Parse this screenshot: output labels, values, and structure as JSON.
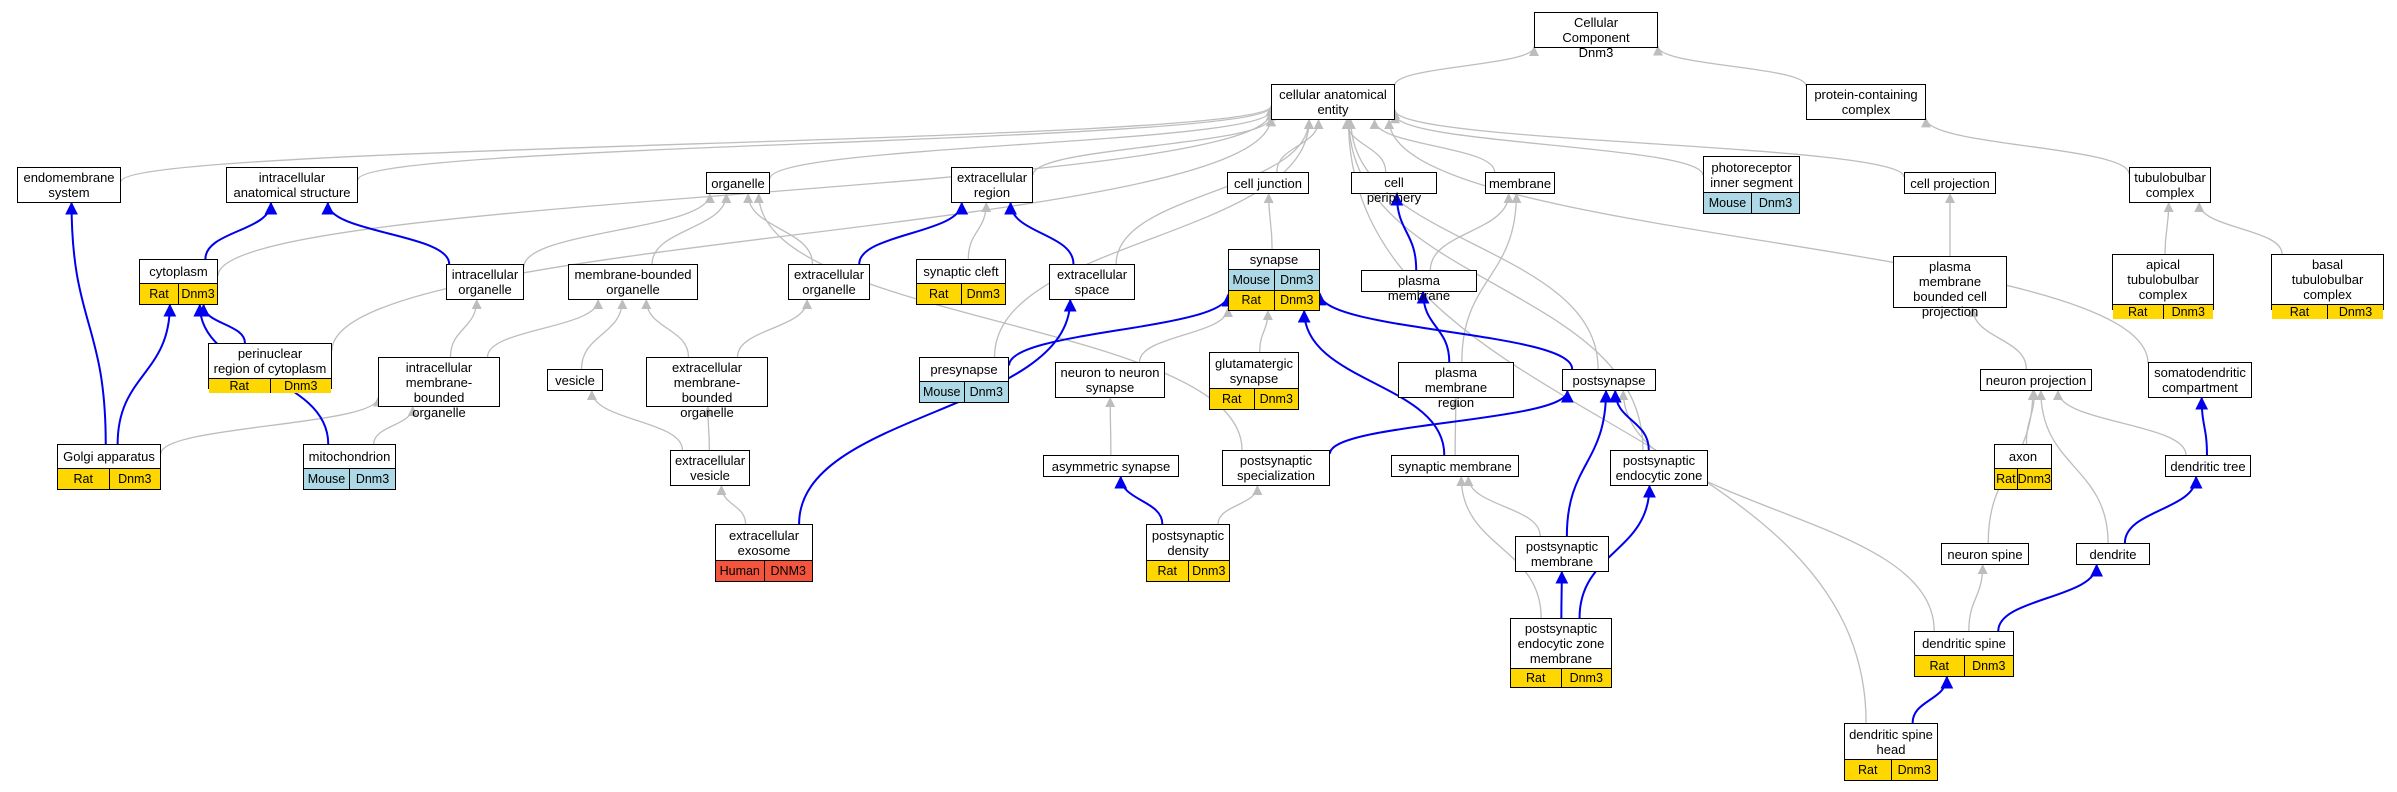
{
  "colors": {
    "rat": "#FFD700",
    "mouse": "#ADD8E6",
    "human": "#F2553C",
    "gray_edge": "#BDBDBD",
    "blue_edge": "#0000EE"
  },
  "nodes": {
    "root": {
      "label": "Cellular Component\nDnm3"
    },
    "cae": {
      "label": "cellular anatomical\nentity"
    },
    "pcc": {
      "label": "protein-containing\ncomplex"
    },
    "ems": {
      "label": "endomembrane\nsystem"
    },
    "ias": {
      "label": "intracellular\nanatomical structure"
    },
    "org": {
      "label": "organelle"
    },
    "exr": {
      "label": "extracellular\nregion"
    },
    "cj": {
      "label": "cell junction"
    },
    "cp": {
      "label": "cell periphery"
    },
    "mem": {
      "label": "membrane"
    },
    "pis": {
      "label": "photoreceptor\ninner segment",
      "tags": [
        {
          "label": "Mouse",
          "color": "#ADD8E6"
        },
        {
          "label": "Dnm3",
          "color": "#ADD8E6"
        }
      ]
    },
    "cpj": {
      "label": "cell projection"
    },
    "tbc": {
      "label": "tubulobulbar\ncomplex"
    },
    "cyto": {
      "label": "cytoplasm",
      "tags": [
        {
          "label": "Rat",
          "color": "#FFD700"
        },
        {
          "label": "Dnm3",
          "color": "#FFD700"
        }
      ]
    },
    "io": {
      "label": "intracellular\norganelle"
    },
    "mbo": {
      "label": "membrane-bounded\norganelle"
    },
    "eo": {
      "label": "extracellular\norganelle"
    },
    "sc": {
      "label": "synaptic cleft",
      "tags": [
        {
          "label": "Rat",
          "color": "#FFD700"
        },
        {
          "label": "Dnm3",
          "color": "#FFD700"
        }
      ]
    },
    "es": {
      "label": "extracellular\nspace"
    },
    "syn": {
      "label": "synapse",
      "tags": [
        {
          "label": "Mouse",
          "color": "#ADD8E6"
        },
        {
          "label": "Dnm3",
          "color": "#ADD8E6"
        }
      ],
      "tags2": [
        {
          "label": "Rat",
          "color": "#FFD700"
        },
        {
          "label": "Dnm3",
          "color": "#FFD700"
        }
      ]
    },
    "pm": {
      "label": "plasma membrane"
    },
    "pmbcp": {
      "label": "plasma membrane\nbounded cell\nprojection"
    },
    "atc": {
      "label": "apical tubulobulbar\ncomplex",
      "tags": [
        {
          "label": "Rat",
          "color": "#FFD700"
        },
        {
          "label": "Dnm3",
          "color": "#FFD700"
        }
      ]
    },
    "btc": {
      "label": "basal tubulobulbar\ncomplex",
      "tags": [
        {
          "label": "Rat",
          "color": "#FFD700"
        },
        {
          "label": "Dnm3",
          "color": "#FFD700"
        }
      ]
    },
    "prc": {
      "label": "perinuclear\nregion of cytoplasm",
      "tags": [
        {
          "label": "Rat",
          "color": "#FFD700"
        },
        {
          "label": "Dnm3",
          "color": "#FFD700"
        }
      ]
    },
    "imbo": {
      "label": "intracellular\nmembrane-bounded\norganelle"
    },
    "ves": {
      "label": "vesicle"
    },
    "embo": {
      "label": "extracellular\nmembrane-bounded\norganelle"
    },
    "pre": {
      "label": "presynapse",
      "tags": [
        {
          "label": "Mouse",
          "color": "#ADD8E6"
        },
        {
          "label": "Dnm3",
          "color": "#ADD8E6"
        }
      ]
    },
    "nns": {
      "label": "neuron to neuron\nsynapse"
    },
    "gs": {
      "label": "glutamatergic\nsynapse",
      "tags": [
        {
          "label": "Rat",
          "color": "#FFD700"
        },
        {
          "label": "Dnm3",
          "color": "#FFD700"
        }
      ]
    },
    "pmr": {
      "label": "plasma membrane\nregion"
    },
    "post": {
      "label": "postsynapse"
    },
    "np": {
      "label": "neuron projection"
    },
    "sdc": {
      "label": "somatodendritic\ncompartment"
    },
    "golgi": {
      "label": "Golgi apparatus",
      "tags": [
        {
          "label": "Rat",
          "color": "#FFD700"
        },
        {
          "label": "Dnm3",
          "color": "#FFD700"
        }
      ]
    },
    "mito": {
      "label": "mitochondrion",
      "tags": [
        {
          "label": "Mouse",
          "color": "#ADD8E6"
        },
        {
          "label": "Dnm3",
          "color": "#ADD8E6"
        }
      ]
    },
    "ev": {
      "label": "extracellular\nvesicle"
    },
    "as": {
      "label": "asymmetric synapse"
    },
    "ps": {
      "label": "postsynaptic\nspecialization"
    },
    "sm": {
      "label": "synaptic membrane"
    },
    "pez": {
      "label": "postsynaptic\nendocytic zone"
    },
    "axon": {
      "label": "axon",
      "tags": [
        {
          "label": "Rat",
          "color": "#FFD700"
        },
        {
          "label": "Dnm3",
          "color": "#FFD700"
        }
      ]
    },
    "dt": {
      "label": "dendritic tree"
    },
    "exo": {
      "label": "extracellular\nexosome",
      "tags": [
        {
          "label": "Human",
          "color": "#F2553C"
        },
        {
          "label": "DNM3",
          "color": "#F2553C"
        }
      ]
    },
    "pd": {
      "label": "postsynaptic\ndensity",
      "tags": [
        {
          "label": "Rat",
          "color": "#FFD700"
        },
        {
          "label": "Dnm3",
          "color": "#FFD700"
        }
      ]
    },
    "psm": {
      "label": "postsynaptic\nmembrane"
    },
    "ns": {
      "label": "neuron spine"
    },
    "den": {
      "label": "dendrite"
    },
    "pezm": {
      "label": "postsynaptic\nendocytic zone\nmembrane",
      "tags": [
        {
          "label": "Rat",
          "color": "#FFD700"
        },
        {
          "label": "Dnm3",
          "color": "#FFD700"
        }
      ]
    },
    "ds": {
      "label": "dendritic spine",
      "tags": [
        {
          "label": "Rat",
          "color": "#FFD700"
        },
        {
          "label": "Dnm3",
          "color": "#FFD700"
        }
      ]
    },
    "dsh": {
      "label": "dendritic spine\nhead",
      "tags": [
        {
          "label": "Rat",
          "color": "#FFD700"
        },
        {
          "label": "Dnm3",
          "color": "#FFD700"
        }
      ]
    }
  },
  "edges": [
    {
      "from": "cae",
      "to": "root",
      "type": "gray"
    },
    {
      "from": "pcc",
      "to": "root",
      "type": "gray"
    },
    {
      "from": "ems",
      "to": "cae",
      "type": "gray"
    },
    {
      "from": "ias",
      "to": "cae",
      "type": "gray"
    },
    {
      "from": "org",
      "to": "cae",
      "type": "gray"
    },
    {
      "from": "exr",
      "to": "cae",
      "type": "gray"
    },
    {
      "from": "cj",
      "to": "cae",
      "type": "gray"
    },
    {
      "from": "cp",
      "to": "cae",
      "type": "gray"
    },
    {
      "from": "mem",
      "to": "cae",
      "type": "gray"
    },
    {
      "from": "pis",
      "to": "cae",
      "type": "gray"
    },
    {
      "from": "cpj",
      "to": "cae",
      "type": "gray"
    },
    {
      "from": "cyto",
      "to": "cae",
      "type": "gray"
    },
    {
      "from": "prc",
      "to": "cae",
      "type": "gray"
    },
    {
      "from": "es",
      "to": "cae",
      "type": "gray"
    },
    {
      "from": "pre",
      "to": "cae",
      "type": "gray"
    },
    {
      "from": "post",
      "to": "cae",
      "type": "gray"
    },
    {
      "from": "pez",
      "to": "cae",
      "type": "gray"
    },
    {
      "from": "dsh",
      "to": "cae",
      "type": "gray"
    },
    {
      "from": "sdc",
      "to": "cae",
      "type": "gray"
    },
    {
      "from": "tbc",
      "to": "pcc",
      "type": "gray"
    },
    {
      "from": "atc",
      "to": "tbc",
      "type": "gray"
    },
    {
      "from": "btc",
      "to": "tbc",
      "type": "gray"
    },
    {
      "from": "pmbcp",
      "to": "cpj",
      "type": "gray"
    },
    {
      "from": "np",
      "to": "pmbcp",
      "type": "gray"
    },
    {
      "from": "io",
      "to": "org",
      "type": "gray"
    },
    {
      "from": "mbo",
      "to": "org",
      "type": "gray"
    },
    {
      "from": "eo",
      "to": "org",
      "type": "gray"
    },
    {
      "from": "ps",
      "to": "org",
      "type": "gray"
    },
    {
      "from": "sc",
      "to": "exr",
      "type": "gray"
    },
    {
      "from": "syn",
      "to": "cj",
      "type": "gray"
    },
    {
      "from": "pm",
      "to": "mem",
      "type": "gray"
    },
    {
      "from": "pmr",
      "to": "mem",
      "type": "gray"
    },
    {
      "from": "imbo",
      "to": "io",
      "type": "gray"
    },
    {
      "from": "imbo",
      "to": "mbo",
      "type": "gray"
    },
    {
      "from": "ves",
      "to": "mbo",
      "type": "gray"
    },
    {
      "from": "embo",
      "to": "mbo",
      "type": "gray"
    },
    {
      "from": "embo",
      "to": "eo",
      "type": "gray"
    },
    {
      "from": "golgi",
      "to": "imbo",
      "type": "gray"
    },
    {
      "from": "mito",
      "to": "imbo",
      "type": "gray"
    },
    {
      "from": "ev",
      "to": "ves",
      "type": "gray"
    },
    {
      "from": "ev",
      "to": "embo",
      "type": "gray"
    },
    {
      "from": "exo",
      "to": "ev",
      "type": "gray"
    },
    {
      "from": "nns",
      "to": "syn",
      "type": "gray"
    },
    {
      "from": "gs",
      "to": "syn",
      "type": "gray"
    },
    {
      "from": "as",
      "to": "nns",
      "type": "gray"
    },
    {
      "from": "pd",
      "to": "ps",
      "type": "gray"
    },
    {
      "from": "sm",
      "to": "pmr",
      "type": "gray"
    },
    {
      "from": "psm",
      "to": "sm",
      "type": "gray"
    },
    {
      "from": "pezm",
      "to": "sm",
      "type": "gray"
    },
    {
      "from": "ds",
      "to": "post",
      "type": "gray"
    },
    {
      "from": "axon",
      "to": "np",
      "type": "gray"
    },
    {
      "from": "dt",
      "to": "np",
      "type": "gray"
    },
    {
      "from": "ns",
      "to": "np",
      "type": "gray"
    },
    {
      "from": "den",
      "to": "np",
      "type": "gray"
    },
    {
      "from": "ds",
      "to": "ns",
      "type": "gray"
    },
    {
      "from": "golgi",
      "to": "ems",
      "type": "blue"
    },
    {
      "from": "cyto",
      "to": "ias",
      "type": "blue"
    },
    {
      "from": "io",
      "to": "ias",
      "type": "blue"
    },
    {
      "from": "prc",
      "to": "cyto",
      "type": "blue"
    },
    {
      "from": "golgi",
      "to": "cyto",
      "type": "blue"
    },
    {
      "from": "mito",
      "to": "cyto",
      "type": "blue"
    },
    {
      "from": "eo",
      "to": "exr",
      "type": "blue"
    },
    {
      "from": "es",
      "to": "exr",
      "type": "blue"
    },
    {
      "from": "exo",
      "to": "es",
      "type": "blue"
    },
    {
      "from": "pm",
      "to": "cp",
      "type": "blue"
    },
    {
      "from": "pmr",
      "to": "pm",
      "type": "blue"
    },
    {
      "from": "pre",
      "to": "syn",
      "type": "blue"
    },
    {
      "from": "post",
      "to": "syn",
      "type": "blue"
    },
    {
      "from": "sm",
      "to": "syn",
      "type": "blue"
    },
    {
      "from": "ps",
      "to": "post",
      "type": "blue"
    },
    {
      "from": "psm",
      "to": "post",
      "type": "blue"
    },
    {
      "from": "pez",
      "to": "post",
      "type": "blue"
    },
    {
      "from": "pd",
      "to": "as",
      "type": "blue"
    },
    {
      "from": "pezm",
      "to": "psm",
      "type": "blue"
    },
    {
      "from": "pezm",
      "to": "pez",
      "type": "blue"
    },
    {
      "from": "dt",
      "to": "sdc",
      "type": "blue"
    },
    {
      "from": "den",
      "to": "dt",
      "type": "blue"
    },
    {
      "from": "ds",
      "to": "den",
      "type": "blue"
    },
    {
      "from": "dsh",
      "to": "ds",
      "type": "blue"
    }
  ]
}
